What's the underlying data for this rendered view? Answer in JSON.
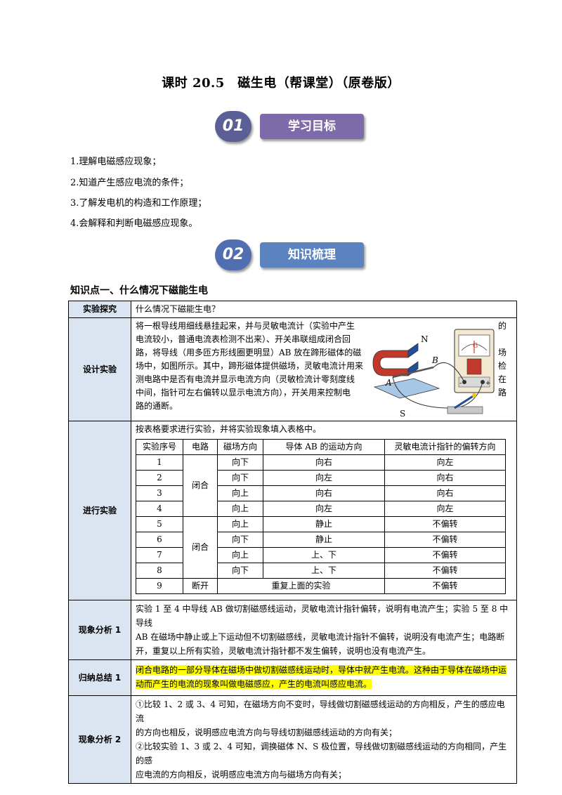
{
  "title": "课时 20.5　磁生电（帮课堂）（原卷版）",
  "banner1": {
    "number": "01",
    "label": "学习目标"
  },
  "objectives": [
    "1.理解电磁感应现象；",
    "2.知道产生感应电流的条件；",
    "3.了解发电机的构造和工作原理；",
    "4.会解释和判断电磁感应现象。"
  ],
  "banner2": {
    "number": "02",
    "label": "知识梳理"
  },
  "knowledge_point": "知识点一、什么情况下磁能生电",
  "rows": {
    "explore": {
      "label": "实验探究",
      "text": "什么情况下磁能生电？"
    },
    "design": {
      "label": "设计实验",
      "lines": [
        "将一根导线用细线悬挂起来，并与灵敏电流计（实验中产生",
        "电流较小，普通电流表检测不出来）、开关串联组成闭合回",
        "路，将导线（用多匝方形线圈更明显）AB 放在蹄形磁体的磁",
        "场中，如图所示。其中，蹄形磁体提供磁场，灵敏电流计用来",
        "测电路中是否有电流并显示电流方向（灵敏检流计零刻度线",
        "中间，指针可左右偏转以显示电流方向），开关用来控制电",
        "路的通断。"
      ],
      "side_chars": [
        "的",
        "",
        "场",
        "检",
        "在",
        "路"
      ],
      "figure_labels": {
        "n": "N",
        "s": "S",
        "a": "A",
        "b": "B",
        "g": "G",
        "minus": "-",
        "plus": "+"
      }
    },
    "conduct": {
      "label": "进行实验",
      "intro": "按表格要求进行实验，并将实验现象填入表格中。",
      "headers": [
        "实验序号",
        "电路",
        "磁场方向",
        "导体 AB 的运动方向",
        "灵敏电流计指针的偏转方向"
      ],
      "closed": "闭合",
      "open": "断开",
      "repeat_text": "重复上面的实验",
      "rows": [
        {
          "no": "1",
          "field": "向下",
          "motion": "向右",
          "deflect": "向左"
        },
        {
          "no": "2",
          "field": "向下",
          "motion": "向左",
          "deflect": "向右"
        },
        {
          "no": "3",
          "field": "向上",
          "motion": "向右",
          "deflect": "向右"
        },
        {
          "no": "4",
          "field": "向上",
          "motion": "向左",
          "deflect": "向左"
        },
        {
          "no": "5",
          "field": "向上",
          "motion": "静止",
          "deflect": "不偏转"
        },
        {
          "no": "6",
          "field": "向下",
          "motion": "静止",
          "deflect": "不偏转"
        },
        {
          "no": "7",
          "field": "向上",
          "motion": "上、下",
          "deflect": "不偏转"
        },
        {
          "no": "8",
          "field": "向下",
          "motion": "上、下",
          "deflect": "不偏转"
        },
        {
          "no": "9",
          "deflect": "不偏转"
        }
      ]
    },
    "analysis1": {
      "label": "现象分析 1",
      "lines": [
        "实验 1 至 4 中导线 AB 做切割磁感线运动，灵敏电流计指针偏转，说明有电流产生；实验 5 至 8 中导线",
        "AB 在磁场中静止或上下运动但不切割磁感线，灵敏电流计指针不偏转，说明没有电流产生；电路断",
        "开，重复以上所有实验，灵敏电流计指针都不发生偏转，说明也没有电流产生。"
      ]
    },
    "summary1": {
      "label": "归纳总结 1",
      "lines": [
        "闭合电路的一部分导体在磁场中做切割磁感线运动时，导体中就产生电流。这种由于导体在磁场中运",
        "动而产生的电流的现象叫做电磁感应，产生的电流叫感应电流。"
      ]
    },
    "analysis2": {
      "label": "现象分析 2",
      "lines": [
        "①比较 1、2 或 3、4 可知，在磁场方向不变时，导线做切割磁感线运动的方向相反，产生的感应电流",
        "的方向也相反，说明感应电流方向与导线切割磁感线运动的方向有关；",
        "②比较实验 1、3 或 2、4 可知，调换磁体 N、S 极位置，导线做切割磁感线运动的方向相同，产生的感",
        "应电流的方向相反，说明感应电流方向与磁场方向有关；"
      ]
    }
  }
}
